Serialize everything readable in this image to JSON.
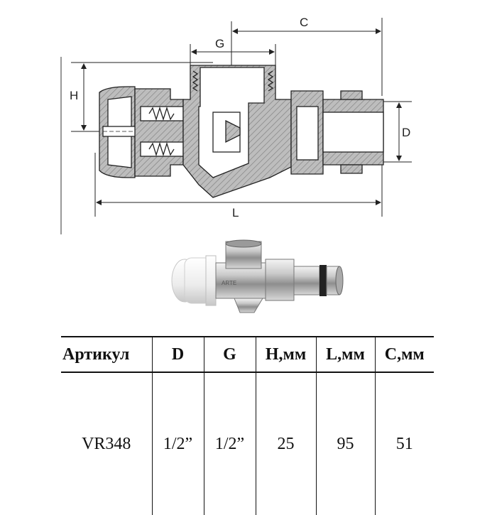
{
  "drawing": {
    "dimensions": {
      "C": "C",
      "G": "G",
      "H": "H",
      "D": "D",
      "L": "L"
    }
  },
  "photo": {
    "body_marking": "ARTE"
  },
  "table": {
    "headers": [
      "Артикул",
      "D",
      "G",
      "H,мм",
      "L,мм",
      "C,мм"
    ],
    "rows": [
      [
        "VR348",
        "1/2”",
        "1/2”",
        "25",
        "95",
        "51"
      ]
    ]
  }
}
